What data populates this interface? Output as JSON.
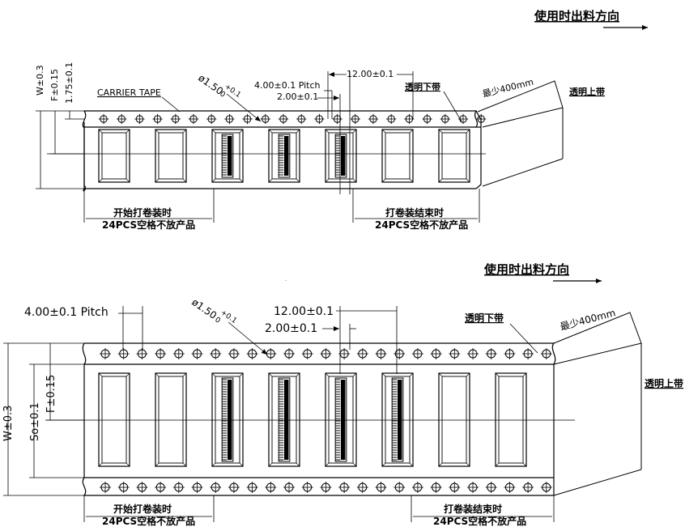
{
  "top": {
    "direction_label": "使用时出料方向",
    "dim_w": "W±0.3",
    "dim_f": "F±0.15",
    "dim_175": "1.75±0.1",
    "carrier_tape": "CARRIER TAPE",
    "hole_dia_main": "ø1.50",
    "hole_dia_plus": "+0.1",
    "hole_dia_zero": "0",
    "pitch": "4.00±0.1 Pitch",
    "half_pitch": "2.00±0.1",
    "cavity_pitch": "12.00±0.1",
    "cover_tape_lower": "透明下带",
    "min_length": "最少400mm",
    "cover_tape_upper": "透明上带",
    "start_label": "开始打卷装时",
    "start_count": "24PCS空格不放产品",
    "end_label": "打卷装结束时",
    "end_count": "24PCS空格不放产品"
  },
  "bottom": {
    "direction_label": "使用时出料方向",
    "pitch": "4.00±0.1 Pitch",
    "hole_dia_main": "ø1.50",
    "hole_dia_plus": "+0.1",
    "hole_dia_zero": "0",
    "cavity_pitch": "12.00±0.1",
    "half_pitch": "2.00±0.1",
    "cover_tape_lower": "透明下带",
    "min_length": "最少400mm",
    "cover_tape_upper": "透明上带",
    "dim_w": "W±0.3",
    "dim_so": "So±0.1",
    "dim_f": "F±0.15",
    "start_label": "开始打卷装时",
    "start_count": "24PCS空格不放产品",
    "end_label": "打卷装结束时",
    "end_count": "24PCS空格不放产品"
  },
  "colors": {
    "ink": "#000000",
    "paper": "#ffffff"
  }
}
